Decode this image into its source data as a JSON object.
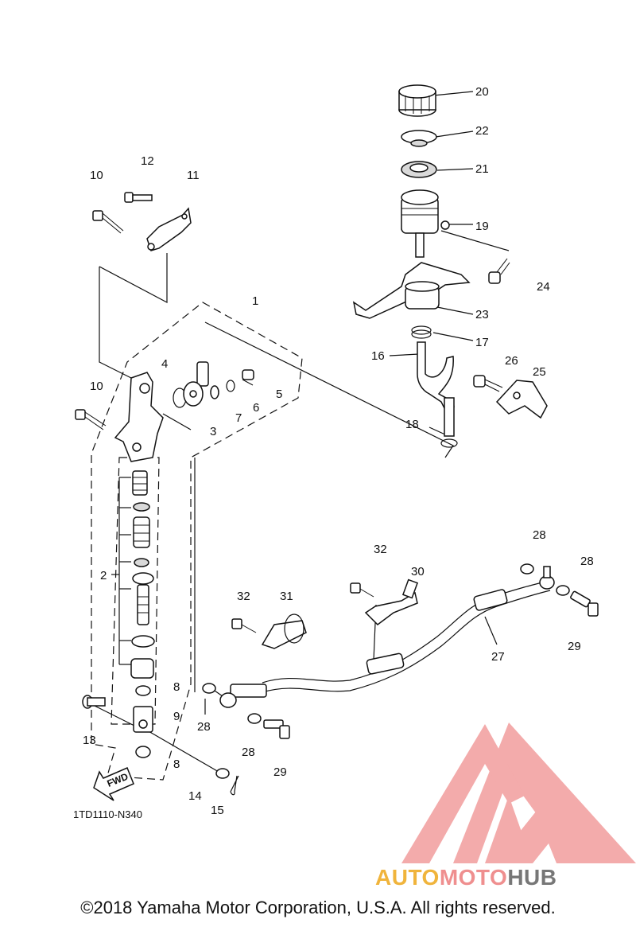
{
  "labels": {
    "p1": "1",
    "p2": "2",
    "p3": "3",
    "p4": "4",
    "p5": "5",
    "p6": "6",
    "p7": "7",
    "p8a": "8",
    "p8b": "8",
    "p9": "9",
    "p10a": "10",
    "p10b": "10",
    "p11": "11",
    "p12": "12",
    "p13": "13",
    "p14": "14",
    "p15": "15",
    "p16": "16",
    "p17": "17",
    "p18": "18",
    "p19": "19",
    "p20": "20",
    "p21": "21",
    "p22": "22",
    "p23": "23",
    "p24": "24",
    "p25": "25",
    "p26": "26",
    "p27": "27",
    "p28a": "28",
    "p28b": "28",
    "p28c": "28",
    "p28d": "28",
    "p29a": "29",
    "p29b": "29",
    "p30": "30",
    "p31": "31",
    "p32a": "32",
    "p32b": "32"
  },
  "fwd_label": "FWD",
  "drawing_code": "1TD1110-N340",
  "watermark": {
    "part1": "AUTO",
    "part2": "MOTO",
    "part3": "HUB"
  },
  "copyright": "©2018 Yamaha Motor Corporation, U.S.A. All rights reserved.",
  "colors": {
    "watermark_red": "#e8585a",
    "watermark_orange": "#f0b43c",
    "watermark_gray": "#777777"
  }
}
